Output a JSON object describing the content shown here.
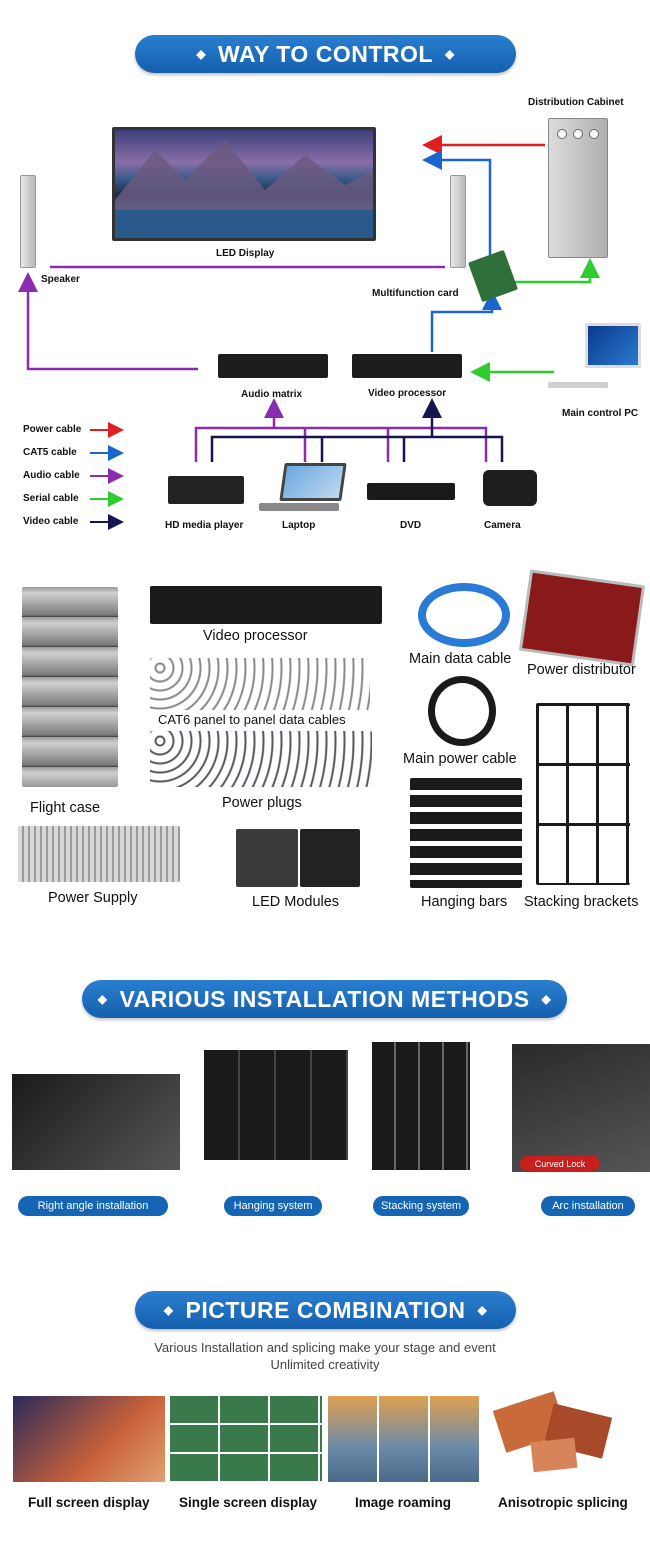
{
  "section1": {
    "title": "WAY TO CONTROL",
    "labels": {
      "distribution_cabinet": "Distribution Cabinet",
      "led_display": "LED Display",
      "speaker": "Speaker",
      "multifunction_card": "Multifunction card",
      "audio_matrix": "Audio matrix",
      "video_processor": "Video processor",
      "main_control_pc": "Main control PC",
      "hd_media_player": "HD media player",
      "laptop": "Laptop",
      "dvd": "DVD",
      "camera": "Camera"
    },
    "legend": [
      {
        "label": "Power cable",
        "color": "#e02020"
      },
      {
        "label": "CAT5 cable",
        "color": "#1a66cc"
      },
      {
        "label": "Audio cable",
        "color": "#8a2bb0"
      },
      {
        "label": "Serial cable",
        "color": "#2ecc2e"
      },
      {
        "label": "Video cable",
        "color": "#141450"
      }
    ]
  },
  "accessories": {
    "video_processor": "Video processor",
    "main_data_cable": "Main data cable",
    "power_distributor": "Power distributor",
    "cat6_cables": "CAT6 panel to panel data cables",
    "main_power_cable": "Main power cable",
    "flight_case": "Flight case",
    "power_plugs": "Power plugs",
    "power_supply": "Power Supply",
    "led_modules": "LED Modules",
    "hanging_bars": "Hanging bars",
    "stacking_brackets": "Stacking brackets"
  },
  "section2": {
    "title": "VARIOUS INSTALLATION METHODS",
    "curved_lock": "Curved Lock",
    "methods": [
      "Right angle installation",
      "Hanging system",
      "Stacking system",
      "Arc installation"
    ]
  },
  "section3": {
    "title": "PICTURE COMBINATION",
    "subtitle_line1": "Various Installation and splicing make your stage and event",
    "subtitle_line2": "Unlimited creativity",
    "items": [
      "Full screen display",
      "Single screen display",
      "Image roaming",
      "Anisotropic splicing"
    ]
  },
  "colors": {
    "banner_blue": "#1a6cc0",
    "power": "#e02020",
    "cat5": "#1a66cc",
    "audio": "#8a2bb0",
    "serial": "#2ecc2e",
    "video": "#141450"
  }
}
